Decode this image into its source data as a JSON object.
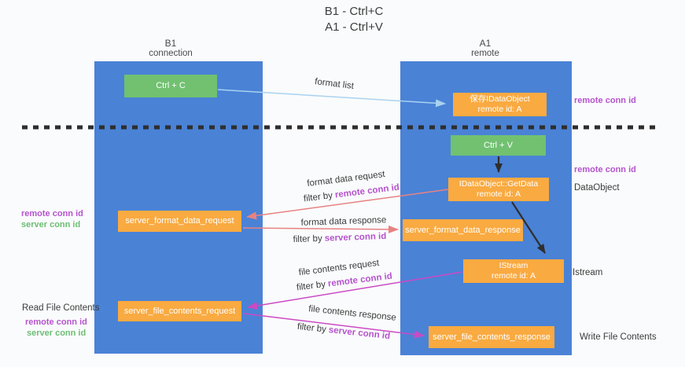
{
  "title": {
    "line1": "B1 - Ctrl+C",
    "line2": "A1 - Ctrl+V"
  },
  "lifelines": {
    "left": {
      "name": "B1",
      "subtitle": "connection"
    },
    "right": {
      "name": "A1",
      "subtitle": "remote"
    }
  },
  "nodes": {
    "ctrl_c": {
      "label": "Ctrl + C"
    },
    "ctrl_v": {
      "label": "Ctrl + V"
    },
    "save_idataobject": {
      "line1": "保存IDataObject",
      "line2": "remote id: A"
    },
    "getdata": {
      "line1": "IDataObject::GetData",
      "line2": "remote id: A"
    },
    "istream": {
      "line1": "IStream",
      "line2": "remote id: A"
    },
    "server_format_data_request": {
      "label": "server_format_data_request"
    },
    "server_format_data_response": {
      "label": "server_format_data_response"
    },
    "server_file_contents_request": {
      "label": "server_file_contents_request"
    },
    "server_file_contents_response": {
      "label": "server_file_contents_response"
    }
  },
  "flow_labels": {
    "format_list": "format list",
    "format_data_request": "format data request",
    "format_data_response": "format data response",
    "file_contents_request": "file contents request",
    "file_contents_response": "file contents response",
    "filter_by": "filter by",
    "remote_conn_id": "remote conn id",
    "server_conn_id": "server conn id"
  },
  "side_labels": {
    "remote_conn_id": "remote conn id",
    "server_conn_id": "server conn id",
    "dataobject": "DataObject",
    "istream": "Istream",
    "read_file_contents": "Read File Contents",
    "write_file_contents": "Write File Contents"
  },
  "colors": {
    "lifeline_blue": "#4a82d6",
    "action_green": "#71c171",
    "message_orange": "#f9aa41",
    "arrow_salmon": "#e88282",
    "arrow_magenta": "#cb4ac4",
    "arrow_lightblue": "#a9d2f0",
    "arrow_black": "#2e2e2e",
    "text_purple": "#b554cd",
    "text_green": "#6dbe74"
  }
}
